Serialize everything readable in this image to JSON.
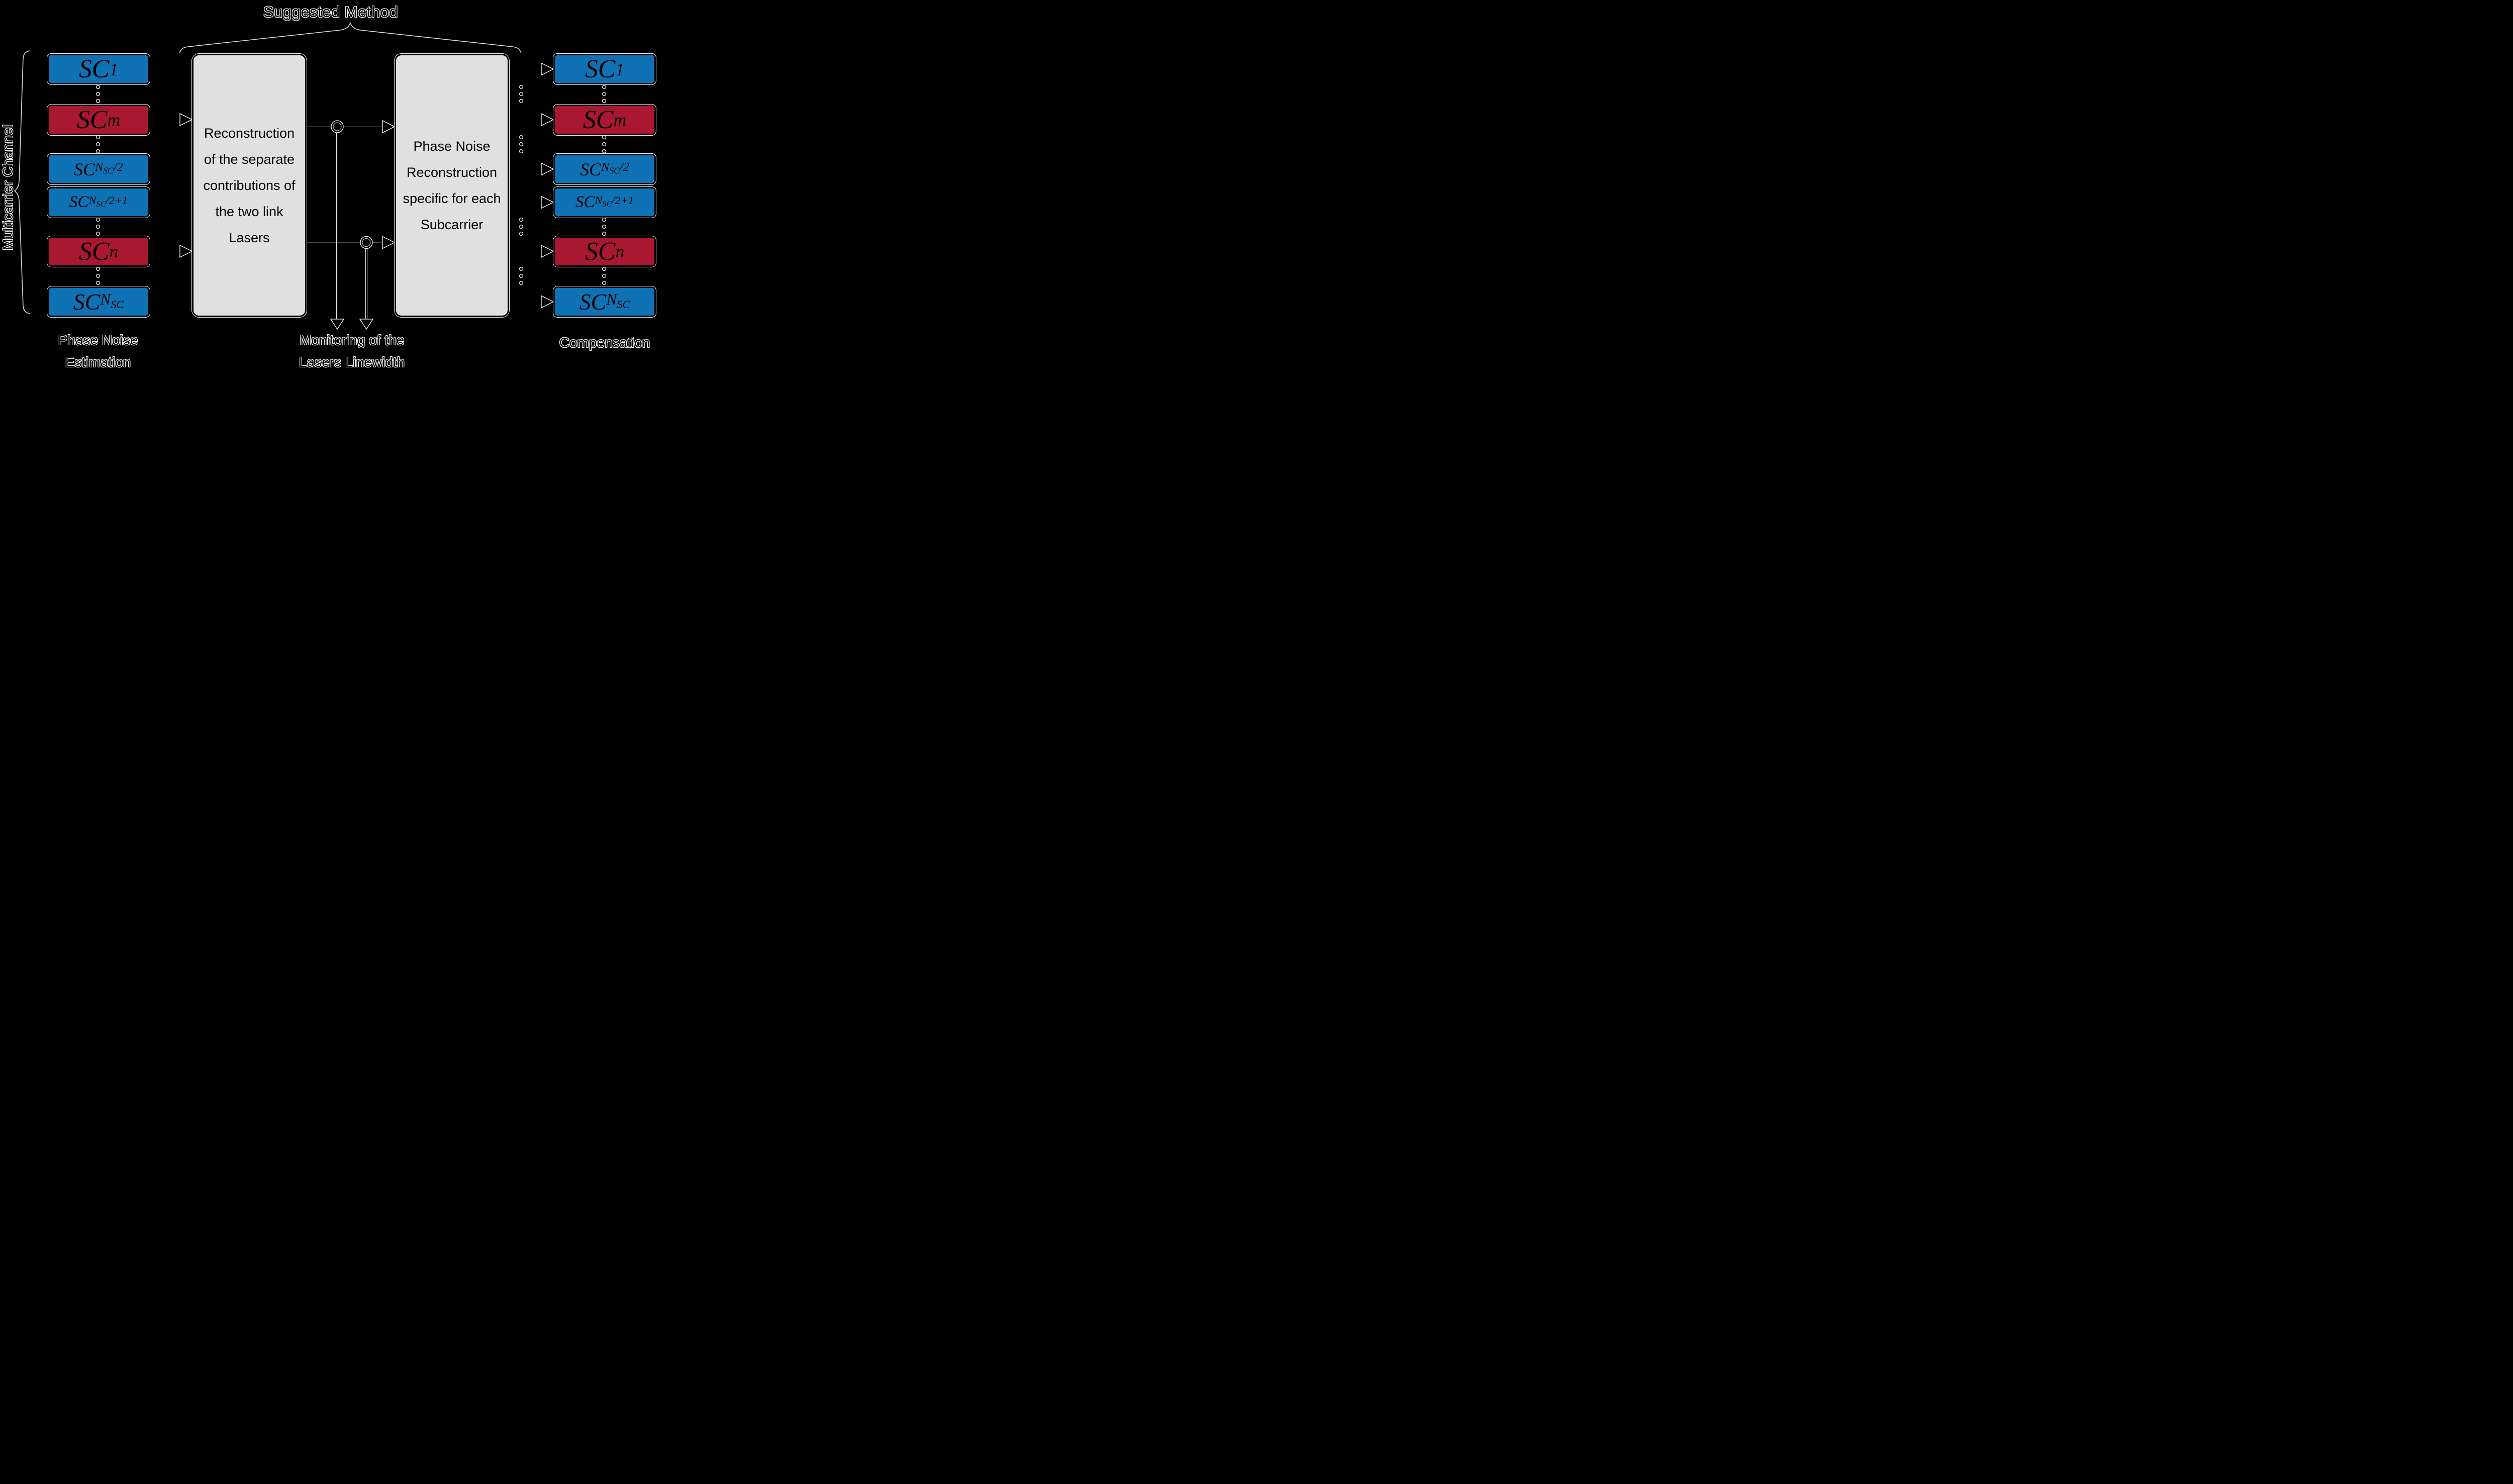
{
  "title": "Suggested Method",
  "left_brace_label": "Multicarrier Channel",
  "captions": {
    "left": [
      "Phase Noise",
      "Estimation"
    ],
    "monitoring": [
      "Monitoring of the",
      "Lasers Linewidth"
    ],
    "right": "Compensation"
  },
  "process_boxes": [
    {
      "name": "reconstruction",
      "lines": [
        "Reconstruction",
        "of the separate",
        "contributions of",
        "the two link",
        "Lasers"
      ]
    },
    {
      "name": "phase-noise-reconstruction",
      "lines": [
        "Phase Noise",
        "Reconstruction",
        "specific for each",
        "Subcarrier"
      ]
    }
  ],
  "subcarriers": [
    {
      "base": "SC",
      "sub": "1",
      "subsub": "",
      "tail": "",
      "color": "blue"
    },
    {
      "base": "SC",
      "sub": "m",
      "subsub": "",
      "tail": "",
      "color": "red"
    },
    {
      "base": "SC",
      "sub": "N",
      "subsub": "SC",
      "tail": "/2",
      "color": "blue"
    },
    {
      "base": "SC",
      "sub": "N",
      "subsub": "SC",
      "tail": "/2+1",
      "color": "blue"
    },
    {
      "base": "SC",
      "sub": "n",
      "subsub": "",
      "tail": "",
      "color": "red"
    },
    {
      "base": "SC",
      "sub": "N",
      "subsub": "SC",
      "tail": "",
      "color": "blue"
    }
  ],
  "colors": {
    "blue": "#0E72B5",
    "red": "#A91830",
    "box_gray": "#E0E0E0",
    "background": "#000000",
    "outline": "#FFFFFF"
  }
}
